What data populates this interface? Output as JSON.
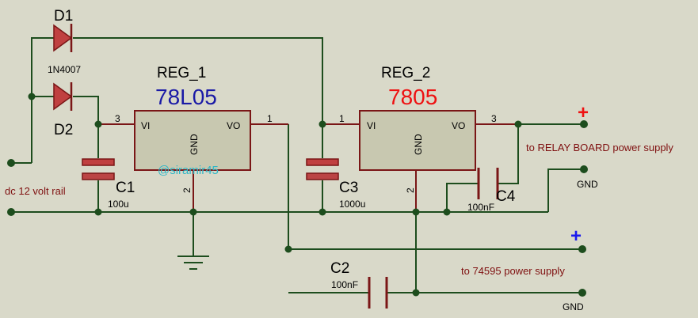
{
  "components": {
    "d1": {
      "ref": "D1",
      "part": "1N4007"
    },
    "d2": {
      "ref": "D2"
    },
    "reg1": {
      "ref": "REG_1",
      "value": "78L05",
      "value_color": "#1a1aa6",
      "pin_vi": "VI",
      "pin_vo": "VO",
      "pin_gnd": "GND",
      "pin_in_num": "3",
      "pin_out_num": "1",
      "pin_gnd_num": "2"
    },
    "reg2": {
      "ref": "REG_2",
      "value": "7805",
      "value_color": "#ee1111",
      "pin_vi": "VI",
      "pin_vo": "VO",
      "pin_gnd": "GND",
      "pin_in_num": "1",
      "pin_out_num": "3",
      "pin_gnd_num": "2"
    },
    "c1": {
      "ref": "C1",
      "value": "100u"
    },
    "c2": {
      "ref": "C2",
      "value": "100nF"
    },
    "c3": {
      "ref": "C3",
      "value": "1000u"
    },
    "c4": {
      "ref": "C4",
      "value": "100nF"
    }
  },
  "labels": {
    "input": "dc  12 volt rail",
    "relay_supply": "to RELAY BOARD power supply",
    "ic_supply": "to 74595 power supply",
    "gnd_top": "GND",
    "gnd_bottom": "GND",
    "plus_top": "+",
    "plus_bottom": "+",
    "watermark": "@siramir45"
  },
  "colors": {
    "wire": "#1d4d1d",
    "component": "#7a1616",
    "ic_fill": "#c8c8b0",
    "plus_relay": "#ee1111",
    "plus_ic": "#1a1aee",
    "watermark": "#2fb7c7"
  }
}
